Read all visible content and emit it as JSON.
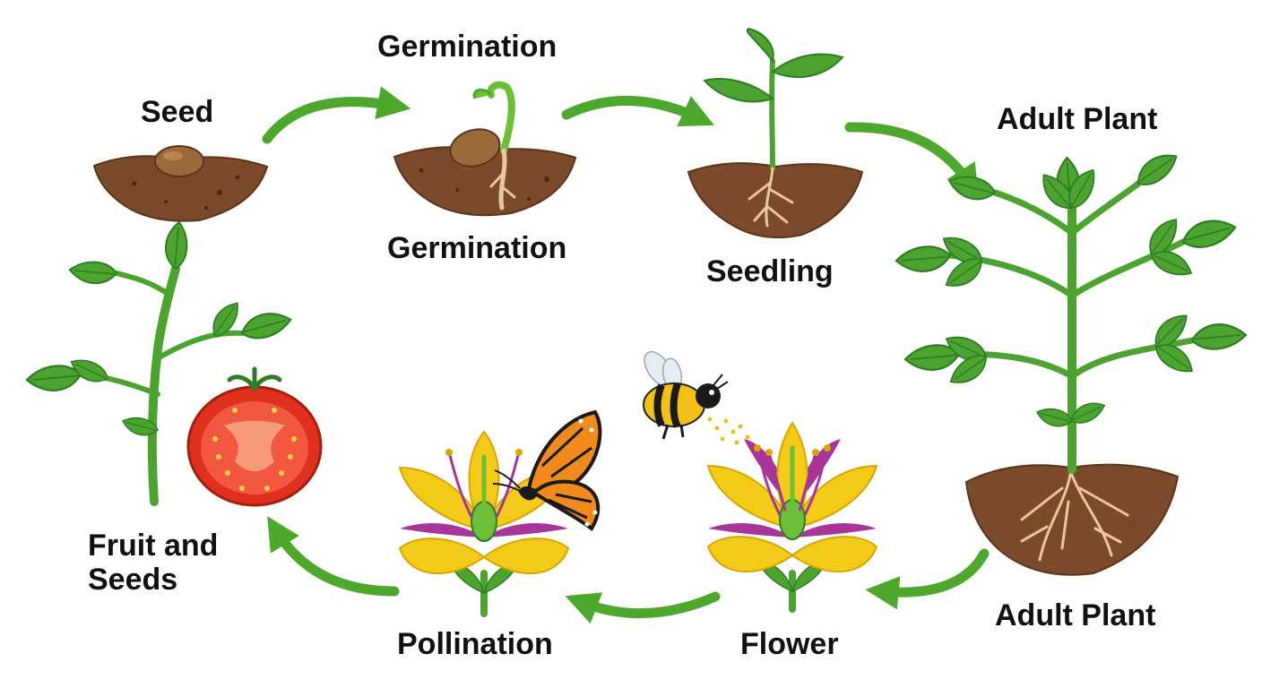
{
  "labels": {
    "seed": "Seed",
    "germination_top": "Germination",
    "germination_bottom": "Germination",
    "seedling": "Seedling",
    "adult_plant_top": "Adult Plant",
    "adult_plant_bottom": "Adult Plant",
    "flower": "Flower",
    "pollination": "Pollination",
    "fruit_and_seeds": "Fruit and Seeds"
  },
  "colors": {
    "arrow": "#4FA82E",
    "soil": "#7A4A2A",
    "soil_dark": "#5B3519",
    "leaf": "#4DA32F",
    "leaf_dark": "#2E7D24",
    "petal_yellow": "#F5CB1A",
    "petal_purple": "#A8359A",
    "tomato_red": "#E0301E",
    "root": "#E9C89A",
    "butterfly_orange": "#F08A1C"
  }
}
